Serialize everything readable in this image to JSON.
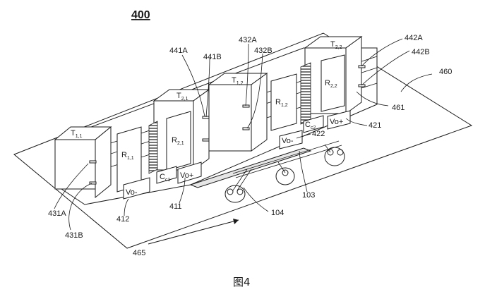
{
  "figure": {
    "number": "400",
    "caption": "图4"
  },
  "transformers": [
    {
      "label": "T",
      "sub": "1,1"
    },
    {
      "label": "T",
      "sub": "2,1"
    },
    {
      "label": "T",
      "sub": "1,2"
    },
    {
      "label": "T",
      "sub": "2,2"
    }
  ],
  "resistors": [
    {
      "label": "R",
      "sub": "1,1"
    },
    {
      "label": "R",
      "sub": "2,1"
    },
    {
      "label": "R",
      "sub": "1,2"
    },
    {
      "label": "R",
      "sub": "2,2"
    }
  ],
  "capacitors": [
    {
      "label": "C",
      "sub": "c1"
    },
    {
      "label": "C",
      "sub": "c2"
    }
  ],
  "terminals": {
    "vo_minus_1": "Vo-",
    "vo_plus_1": "Vo+",
    "vo_minus_2": "Vo-",
    "vo_plus_2": "Vo+"
  },
  "callouts": {
    "c441A": "441A",
    "c441B": "441B",
    "c432A": "432A",
    "c432B": "432B",
    "c442A": "442A",
    "c442B": "442B",
    "c460": "460",
    "c461": "461",
    "c421": "421",
    "c422": "422",
    "c103": "103",
    "c104": "104",
    "c411": "411",
    "c412": "412",
    "c431A": "431A",
    "c431B": "431B",
    "c465": "465"
  }
}
